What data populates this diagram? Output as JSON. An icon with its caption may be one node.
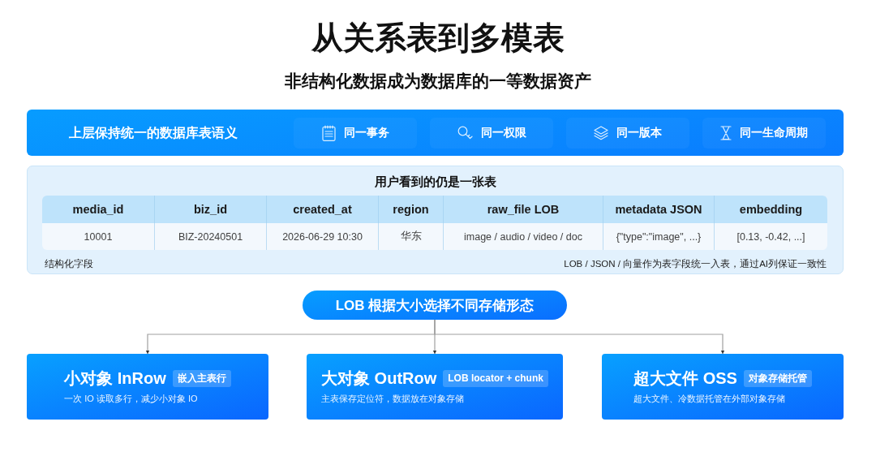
{
  "diagram": {
    "title": "从关系表到多模表",
    "nodes": [
      {
        "text": [
          "上层保持统一的数据库表语义"
        ]
      },
      {
        "text": [
          "同一事务"
        ],
        "in": 0
      },
      {
        "text": [
          "同一权限"
        ],
        "in": 0
      },
      {
        "text": [
          "同一版本"
        ],
        "in": 0
      },
      {
        "text": [
          "同一生命周期"
        ],
        "in": 0
      },
      {
        "text": [
          "用户看到的仍是一张表",
          "结构化字段",
          "LOB / JSON / 向量作为表字段统一入表，通过AI列保证一致性"
        ]
      },
      {
        "text": [
          "LOB 根据大小选择不同存储形态"
        ]
      },
      {
        "text": [
          "小对象 InRow",
          "一次 IO 读取多行，减少小对象 IO"
        ]
      },
      {
        "text": [
          "嵌入主表行"
        ],
        "in": 7
      },
      {
        "text": [
          "大对象 OutRow",
          "主表保存定位符，数据放在对象存储"
        ]
      },
      {
        "text": [
          "LOB locator + chunk"
        ],
        "in": 9
      },
      {
        "text": [
          "超大文件 OSS",
          "超大文件、冷数据托管在外部对象存储"
        ]
      },
      {
        "text": [
          "对象存储托管"
        ],
        "in": 11
      }
    ],
    "edges": [
      {
        "from": 6,
        "to": 7,
        "arrow": "to"
      },
      {
        "from": 6,
        "to": 9,
        "arrow": "to"
      },
      {
        "from": 6,
        "to": 11,
        "arrow": "to"
      }
    ],
    "labels": [
      "非结构化数据成为数据库的一等数据资产",
      "media_id",
      "biz_id",
      "created_at",
      "region",
      "raw_file LOB",
      "metadata JSON",
      "embedding",
      "10001",
      "BIZ-20240501",
      "2026-06-29 10:30",
      "华东",
      "image / audio / video / doc",
      "{\"type\":\"image\", ...}",
      "[0.13, -0.42, ...]"
    ]
  }
}
